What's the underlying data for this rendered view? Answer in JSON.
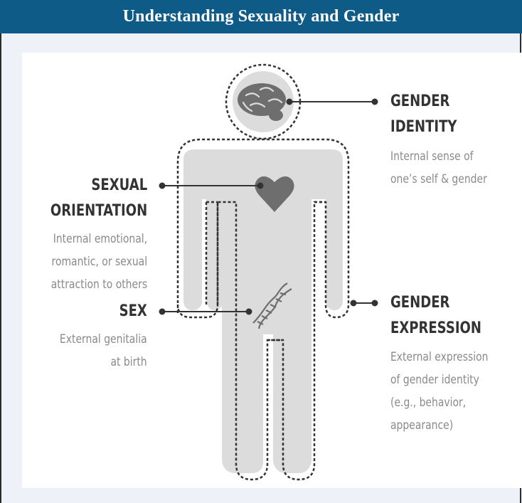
{
  "title": "Understanding Sexuality and Gender",
  "gender_identity": {
    "label_lines": [
      "GENDER",
      "IDENTITY"
    ],
    "desc_lines": [
      "Internal sense of",
      "one’s self & gender"
    ]
  },
  "sexual_orientation": {
    "label_lines": [
      "SEXUAL",
      "ORIENTATION"
    ],
    "desc_lines": [
      "Internal emotional,",
      "romantic, or sexual",
      "attraction to others"
    ]
  },
  "sex": {
    "label_lines": [
      "SEX"
    ],
    "desc_lines": [
      "External genitalia",
      "at birth"
    ]
  },
  "gender_expression": {
    "label_lines": [
      "GENDER",
      "EXPRESSION"
    ],
    "desc_lines": [
      "External expression",
      "of gender identity",
      "(e.g., behavior,",
      "appearance)"
    ]
  },
  "colors": {
    "header_bg": "#0f5b87",
    "page_bg": "#eef1f7",
    "body_fill": "#dcdcdc",
    "icon_fill": "#6e6e6e",
    "label_text": "#333333",
    "desc_text": "#8a8a8a"
  },
  "icons": [
    "brain-icon",
    "heart-icon",
    "dna-icon"
  ]
}
